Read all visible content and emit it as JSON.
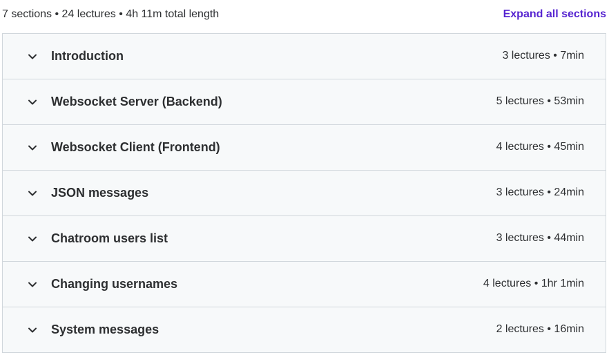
{
  "summary": {
    "text": "7 sections • 24 lectures • 4h 11m total length",
    "expand_label": "Expand all sections"
  },
  "sections": [
    {
      "title": "Introduction",
      "meta": "3 lectures • 7min"
    },
    {
      "title": "Websocket Server (Backend)",
      "meta": "5 lectures • 53min"
    },
    {
      "title": "Websocket Client (Frontend)",
      "meta": "4 lectures • 45min"
    },
    {
      "title": "JSON messages",
      "meta": "3 lectures • 24min"
    },
    {
      "title": "Chatroom users list",
      "meta": "3 lectures • 44min"
    },
    {
      "title": "Changing usernames",
      "meta": "4 lectures • 1hr 1min"
    },
    {
      "title": "System messages",
      "meta": "2 lectures • 16min"
    }
  ],
  "colors": {
    "accent": "#5624d0",
    "row_bg": "#f7f9fa",
    "border": "#d1d7dc",
    "text": "#2d2f31"
  },
  "icons": {
    "section_toggle": "chevron-down-icon"
  }
}
